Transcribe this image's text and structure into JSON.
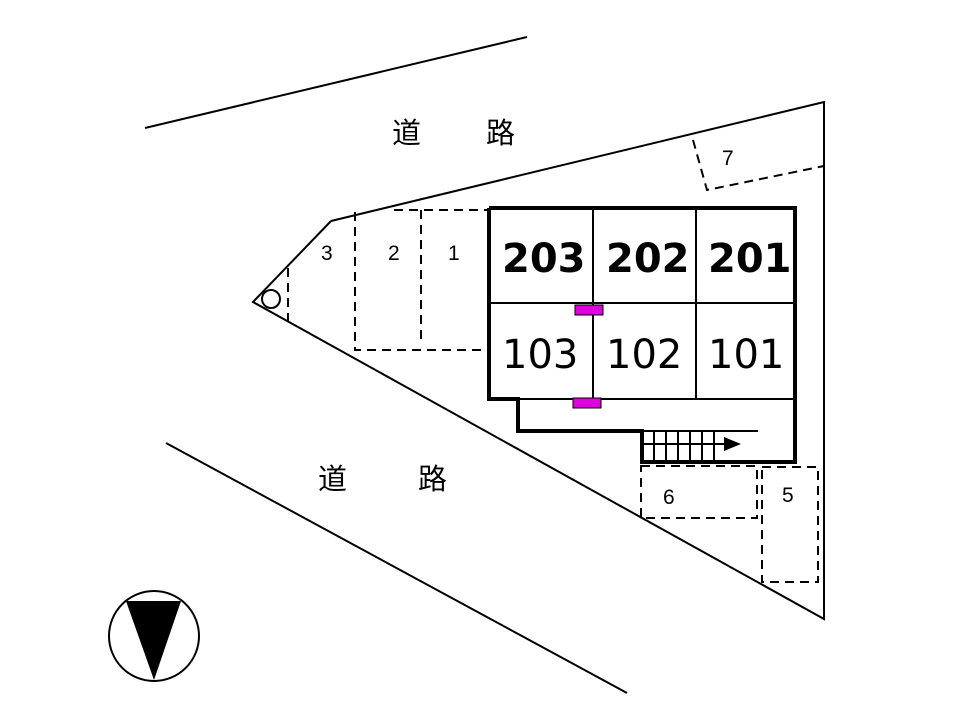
{
  "roads": [
    {
      "id": "north",
      "chars": [
        "道",
        "路"
      ]
    },
    {
      "id": "south",
      "chars": [
        "道",
        "路"
      ]
    }
  ],
  "units": {
    "upper_floor": [
      "203",
      "202",
      "201"
    ],
    "lower_floor": [
      "103",
      "102",
      "101"
    ]
  },
  "parking": [
    "1",
    "2",
    "3",
    "5",
    "6",
    "7"
  ],
  "symbols": {
    "corner_marker": "○",
    "north_arrow": "north-arrow"
  },
  "colors": {
    "line": "#000000",
    "meter_box": "#e000e0",
    "background": "#ffffff"
  }
}
